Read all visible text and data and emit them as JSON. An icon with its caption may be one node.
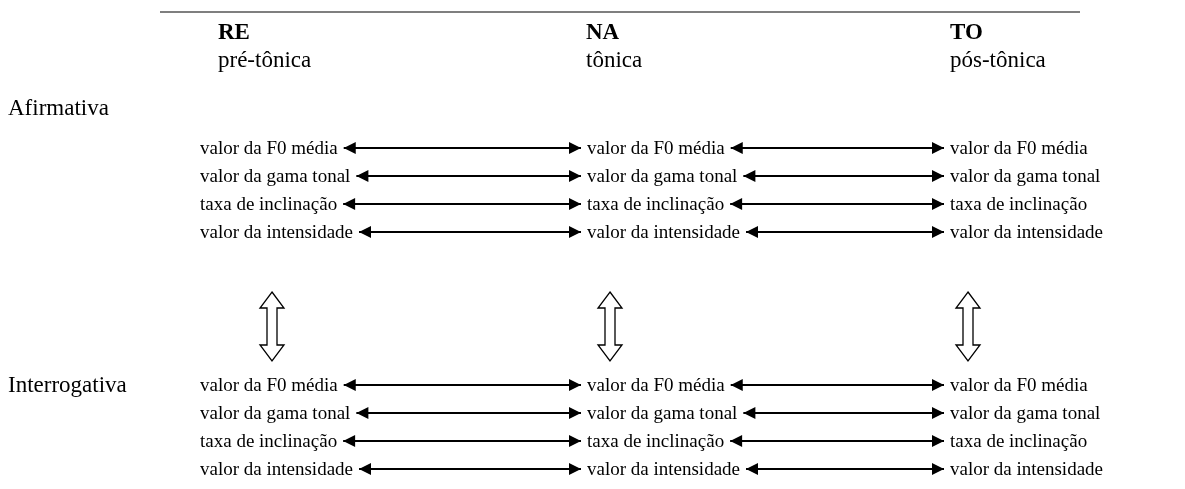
{
  "diagram": {
    "nodes": [
      {
        "text": [
          "valor da F0 média"
        ]
      },
      {
        "text": [
          "valor da F0 média"
        ]
      },
      {
        "text": [
          "valor da F0 média"
        ]
      },
      {
        "text": [
          "valor da gama tonal"
        ]
      },
      {
        "text": [
          "valor da gama tonal"
        ]
      },
      {
        "text": [
          "valor da gama tonal"
        ]
      },
      {
        "text": [
          "taxa de inclinação"
        ]
      },
      {
        "text": [
          "taxa de inclinação"
        ]
      },
      {
        "text": [
          "taxa de inclinação"
        ]
      },
      {
        "text": [
          "valor da intensidade"
        ]
      },
      {
        "text": [
          "valor da intensidade"
        ]
      },
      {
        "text": [
          "valor da intensidade"
        ]
      },
      {
        "text": [
          "valor da F0 média"
        ]
      },
      {
        "text": [
          "valor da F0 média"
        ]
      },
      {
        "text": [
          "valor da F0 média"
        ]
      },
      {
        "text": [
          "valor da gama tonal"
        ]
      },
      {
        "text": [
          "valor da gama tonal"
        ]
      },
      {
        "text": [
          "valor da gama tonal"
        ]
      },
      {
        "text": [
          "taxa de inclinação"
        ]
      },
      {
        "text": [
          "taxa de inclinação"
        ]
      },
      {
        "text": [
          "taxa de inclinação"
        ]
      },
      {
        "text": [
          "valor da intensidade"
        ]
      },
      {
        "text": [
          "valor da intensidade"
        ]
      },
      {
        "text": [
          "valor da intensidade"
        ]
      }
    ],
    "edges": [
      {
        "from": 0,
        "to": 1,
        "arrow": "both"
      },
      {
        "from": 1,
        "to": 2,
        "arrow": "both"
      },
      {
        "from": 3,
        "to": 4,
        "arrow": "both"
      },
      {
        "from": 4,
        "to": 5,
        "arrow": "both"
      },
      {
        "from": 6,
        "to": 7,
        "arrow": "both"
      },
      {
        "from": 7,
        "to": 8,
        "arrow": "both"
      },
      {
        "from": 9,
        "to": 10,
        "arrow": "both"
      },
      {
        "from": 10,
        "to": 11,
        "arrow": "both"
      },
      {
        "from": 12,
        "to": 13,
        "arrow": "both"
      },
      {
        "from": 13,
        "to": 14,
        "arrow": "both"
      },
      {
        "from": 15,
        "to": 16,
        "arrow": "both"
      },
      {
        "from": 16,
        "to": 17,
        "arrow": "both"
      },
      {
        "from": 18,
        "to": 19,
        "arrow": "both"
      },
      {
        "from": 19,
        "to": 20,
        "arrow": "both"
      },
      {
        "from": 21,
        "to": 22,
        "arrow": "both"
      },
      {
        "from": 22,
        "to": 23,
        "arrow": "both"
      },
      {
        "from": 9,
        "to": 12,
        "arrow": "both",
        "style": "thick"
      },
      {
        "from": 10,
        "to": 13,
        "arrow": "both",
        "style": "thick"
      },
      {
        "from": 11,
        "to": 14,
        "arrow": "both",
        "style": "thick"
      }
    ],
    "labels": [
      "RE",
      "NA",
      "TO",
      "pré-tônica",
      "tônica",
      "pós-tônica",
      "Afirmativa",
      "Interrogativa"
    ]
  }
}
